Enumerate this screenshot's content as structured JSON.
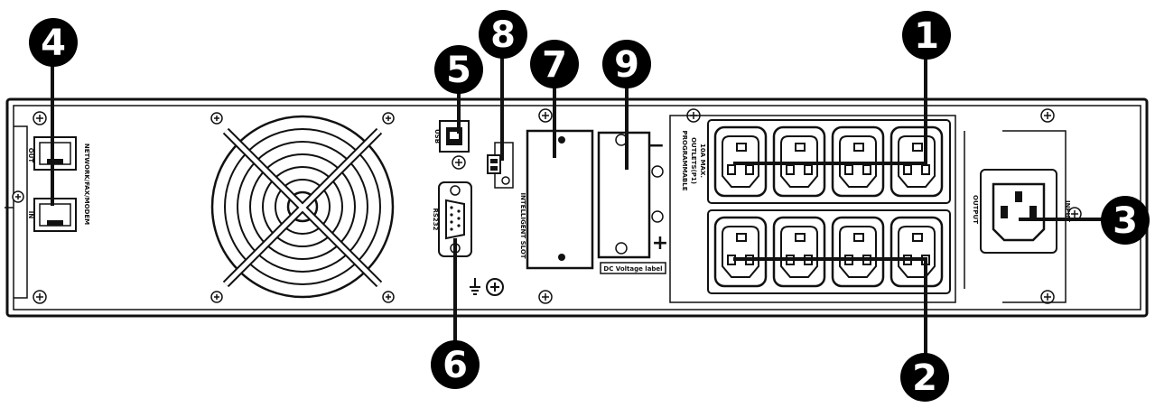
{
  "callouts": {
    "c1": "1",
    "c2": "2",
    "c3": "3",
    "c4": "4",
    "c5": "5",
    "c6": "6",
    "c7": "7",
    "c8": "8",
    "c9": "9"
  },
  "labels": {
    "out": "OUT",
    "in": "IN",
    "network": "NETWORK/FAX/MODEM",
    "usb": "USB",
    "rs232": "RS232",
    "intelligent_slot": "INTELLIGENT SLOT",
    "dc_voltage": "DC Voltage label",
    "programmable": "PROGRAMMABLE",
    "outlets": "OUTLETS(P1)",
    "amps": "10A MAX.",
    "output": "OUTPUT",
    "input": "INPUT",
    "minus": "−",
    "plus": "+"
  },
  "colors": {
    "line": "#111111",
    "background": "#ffffff",
    "callout_fill": "#000000",
    "callout_text": "#ffffff"
  }
}
